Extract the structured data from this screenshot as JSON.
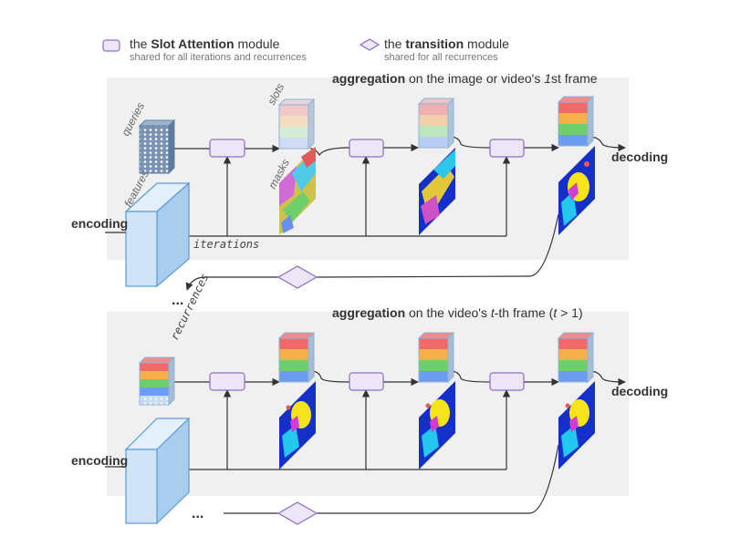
{
  "legend": {
    "slot_attention": {
      "prefix": "the ",
      "bold": "Slot Attention",
      "suffix": " module",
      "sub": "shared for all iterations and recurrences"
    },
    "transition": {
      "prefix": "the ",
      "bold": "transition",
      "suffix": " module",
      "sub": "shared for all recurrences"
    }
  },
  "panel_top": {
    "heading_bold": "aggregation",
    "heading_a": " on the image or video's ",
    "heading_italic": "1",
    "heading_b": "st frame"
  },
  "panel_bottom": {
    "heading_bold": "aggregation",
    "heading_a": " on the video's ",
    "heading_italic_t": "t",
    "heading_b": "-th frame (",
    "heading_italic_t2": "t",
    "heading_c": " > 1)"
  },
  "labels": {
    "queries": "queries",
    "features": "features",
    "slots": "slots",
    "masks": "masks",
    "iterations": "iterations",
    "recurrences": "recurrences",
    "encoding": "encoding",
    "decoding": "decoding",
    "ellipsis": "..."
  },
  "colors": {
    "module_fill": "#ece6f7",
    "module_stroke": "#8a6fc0",
    "panel_bg": "#f0f0f0",
    "feature_fill": "#cfe5f7",
    "feature_stroke": "#5b9bd5",
    "slot_red": "#f06a6a",
    "slot_orange": "#f5b04a",
    "slot_green": "#6ccf6c",
    "slot_blue": "#6a9cf0",
    "mask_blue": "#1530c8",
    "mask_yellow": "#f5e41a",
    "mask_cyan": "#22c8ee",
    "mask_magenta": "#d43ad4"
  }
}
